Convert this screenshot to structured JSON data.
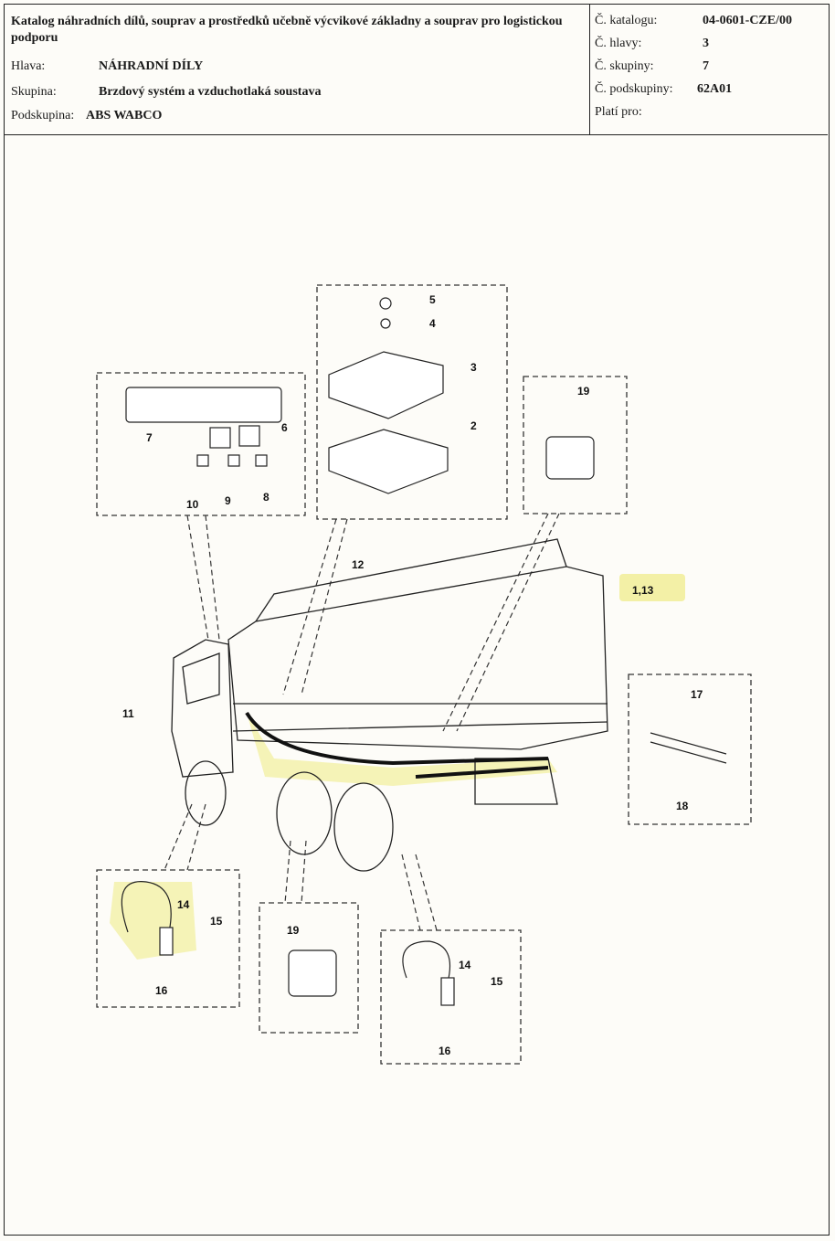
{
  "header": {
    "title": "Katalog náhradních dílů, souprav a prostředků učebně výcvikové základny a souprav pro logistickou podporu",
    "rows": [
      {
        "label": "Hlava:",
        "value": "NÁHRADNÍ DÍLY"
      },
      {
        "label": "Skupina:",
        "value": "Brzdový systém a vzduchotlaká soustava"
      },
      {
        "label": "Podskupina:",
        "value": "ABS WABCO"
      }
    ],
    "right": [
      {
        "label": "Č. katalogu:",
        "value": "04-0601-CZE/00"
      },
      {
        "label": "Č. hlavy:",
        "value": "3"
      },
      {
        "label": "Č. skupiny:",
        "value": "7"
      },
      {
        "label": "Č. podskupiny:",
        "value": "62A01"
      },
      {
        "label": "Platí pro:",
        "value": ""
      }
    ]
  },
  "callouts": {
    "c1": "5",
    "c2": "4",
    "c3": "3",
    "c4": "2",
    "c5": "19",
    "c6": "7",
    "c7": "6",
    "c8": "10",
    "c9": "9",
    "c10": "8",
    "c11": "12",
    "c12": "1,13",
    "c13": "11",
    "c14": "17",
    "c15": "18",
    "c16": "14",
    "c17": "15",
    "c18": "16",
    "c19": "19",
    "c20": "14",
    "c21": "15",
    "c22": "16"
  },
  "colors": {
    "highlight": "#f3f0a6",
    "line": "#222222"
  }
}
